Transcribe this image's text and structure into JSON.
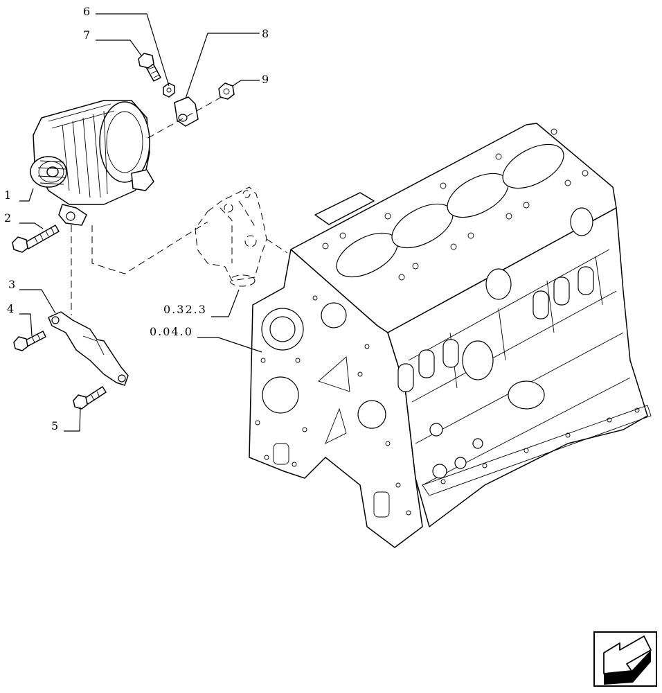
{
  "callouts": {
    "c1": "1",
    "c2": "2",
    "c3": "3",
    "c4": "4",
    "c5": "5",
    "c6": "6",
    "c7": "7",
    "c8": "8",
    "c9": "9",
    "ref_water_pump": "0.32.3",
    "ref_engine_block": "0.04.0"
  },
  "icons": {
    "nav": "next-page-arrow-icon"
  }
}
